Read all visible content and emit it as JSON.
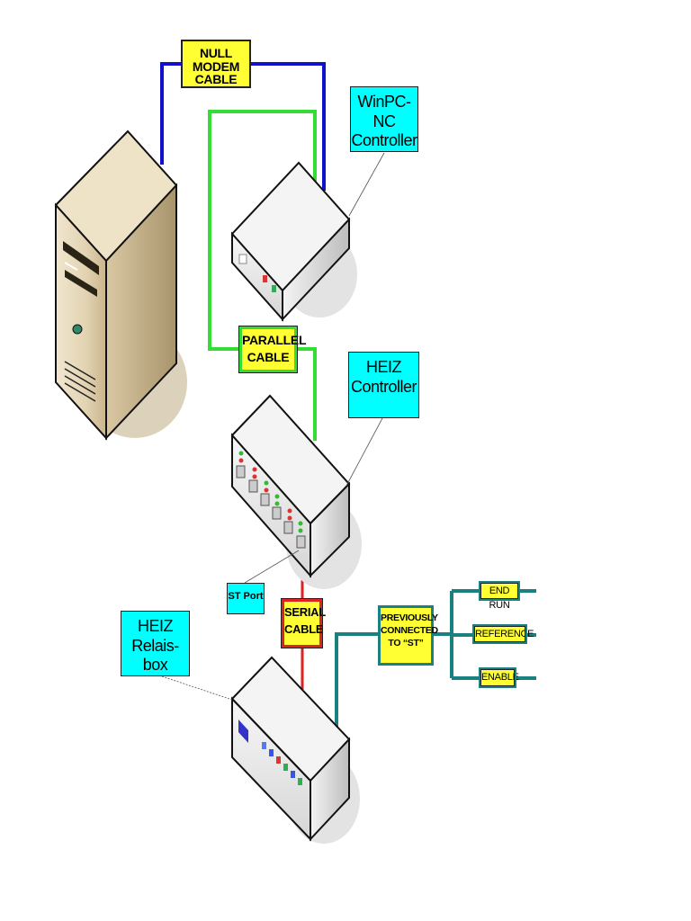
{
  "labels": {
    "null_modem": {
      "line1": "NULL MODEM",
      "line2": "CABLE"
    },
    "parallel": {
      "line1": "PARALLEL",
      "line2": "CABLE"
    },
    "serial": {
      "line1": "SERIAL",
      "line2": "CABLE"
    },
    "previously": {
      "line1": "PREVIOUSLY",
      "line2": "CONNECTED",
      "line3": "TO “ST”"
    },
    "st_port": "ST Port"
  },
  "callouts": {
    "winpc": {
      "line1": "WinPC-NC",
      "line2": "Controller"
    },
    "heiz_controller": {
      "line1": "HEIZ",
      "line2": "Controller"
    },
    "heiz_relais": {
      "line1": "HEIZ",
      "line2": "Relais-box"
    }
  },
  "signals": {
    "end_run": "END RUN",
    "reference": "REFERENCE",
    "enable": "ENABLE"
  },
  "colors": {
    "null_modem_cable": "#1111cc",
    "parallel_cable": "#33dd33",
    "serial_cable": "#dd2222",
    "signal_wires": "#1a8080",
    "label_fill": "#ffff33",
    "callout_fill": "#00ffff"
  }
}
